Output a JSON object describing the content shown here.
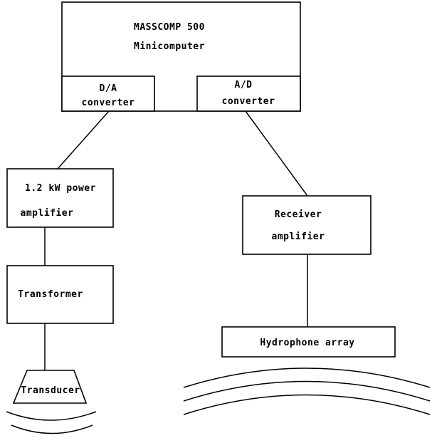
{
  "minicomputer": {
    "line1": "MASSCOMP 500",
    "line2": "Minicomputer"
  },
  "da_converter": {
    "line1": "D/A",
    "line2": "converter"
  },
  "ad_converter": {
    "line1": "A/D",
    "line2": "converter"
  },
  "power_amplifier": {
    "line1": "1.2 kW power",
    "line2": "amplifier"
  },
  "transformer": {
    "label": "Transformer"
  },
  "transducer": {
    "label": "Transducer"
  },
  "receiver_amplifier": {
    "line1": "Receiver",
    "line2": "amplifier"
  },
  "hydrophone_array": {
    "label": "Hydrophone array"
  }
}
